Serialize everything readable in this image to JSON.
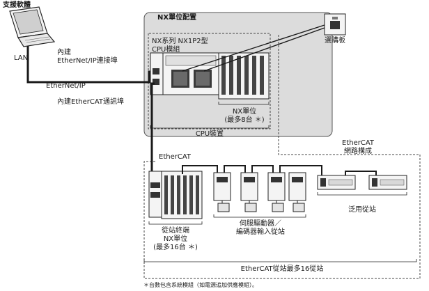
{
  "labels": {
    "support_software": "支援軟體",
    "lan": "LAN",
    "builtin_enip_1": "內建",
    "builtin_enip_2": "EtherNet/IP連接埠",
    "ethernet_ip": "EtherNet/IP",
    "builtin_ecat": "內建EtherCAT通訊埠",
    "nx_config": "NX單位配置",
    "nx_cpu_1": "NX系列 NX1P2型",
    "nx_cpu_2": "CPU模組",
    "option_board": "選購板",
    "nx_unit_1": "NX單位",
    "nx_unit_2": "(最多8台 ＊)",
    "cpu_device": "CPU裝置",
    "ethercat": "EtherCAT",
    "ecat_net_1": "EtherCAT",
    "ecat_net_2": "網路構成",
    "slave_term_1": "從站終端",
    "slave_term_2": "NX單位",
    "slave_term_3": "(最多16台 ＊)",
    "servo_1": "伺服驅動器／",
    "servo_2": "編碼器輸入從站",
    "generic_slave": "泛用從站",
    "ecat_max": "EtherCAT從站最多16從站",
    "footnote": "＊台數包含系統模組（如電源追加供應模組）。"
  },
  "colors": {
    "panel_fill": "#dcdcdc",
    "line": "#1a1a1a",
    "device_fill": "#f4f4f4",
    "device_dark": "#3a3a3a"
  }
}
